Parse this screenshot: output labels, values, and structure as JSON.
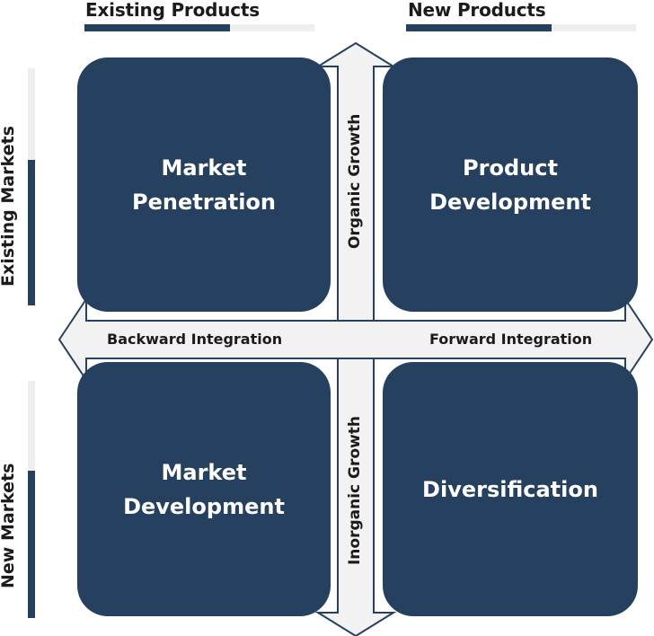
{
  "columns": {
    "existing_products": "Existing Products",
    "new_products": "New Products"
  },
  "rows": {
    "existing_markets": "Existing Markets",
    "new_markets": "New Markets"
  },
  "quadrants": {
    "top_left": {
      "line1": "Market",
      "line2": "Penetration"
    },
    "top_right": {
      "line1": "Product",
      "line2": "Development"
    },
    "bottom_left": {
      "line1": "Market",
      "line2": "Development"
    },
    "bottom_right": {
      "line1": "Diversification"
    }
  },
  "arrows": {
    "up": "Organic Growth",
    "down": "Inorganic Growth",
    "left": "Backward Integration",
    "right": "Forward Integration"
  },
  "colors": {
    "quadrant_fill": "#26405f",
    "arrow_fill": "#f2f2f2",
    "arrow_stroke": "#26405f",
    "bar_dark": "#26405f",
    "bar_light": "#eeeeee"
  }
}
